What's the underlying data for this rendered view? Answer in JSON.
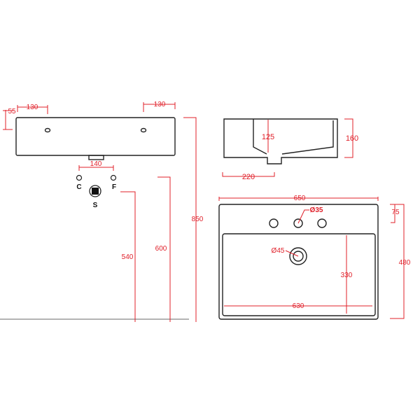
{
  "front_view": {
    "dim_left_offset": "55",
    "dim_left_hole": "130",
    "dim_right_hole": "130",
    "dim_valve_spacing": "140",
    "dim_total_height": "850",
    "dim_supply_height": "600",
    "dim_waste_height": "540",
    "valve_cold": "C",
    "valve_hot": "F",
    "waste": "S"
  },
  "side_view": {
    "dim_bowl_depth": "125",
    "dim_height": "160",
    "dim_wall_depth": "220"
  },
  "top_view": {
    "dim_width": "650",
    "dim_tap_hole": "Ø35",
    "dim_drain": "Ø45",
    "dim_basin_depth": "330",
    "dim_basin_width": "630",
    "dim_depth": "480",
    "dim_hole_offset": "75"
  },
  "colors": {
    "dimension": "#e0202a",
    "outline": "#222222"
  }
}
